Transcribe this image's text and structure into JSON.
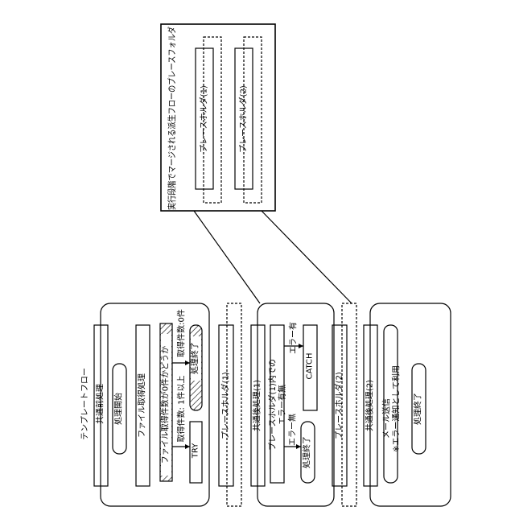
{
  "colors": {
    "line": "#000000",
    "background": "#ffffff",
    "hatch": "#000000"
  },
  "icons": [],
  "template": {
    "title": "テンプレートフロー",
    "pre": {
      "label": "共通前処理",
      "start": "処理開始",
      "file_get": "ファイル取得処理",
      "decision": "ファイル取得件数が0件かどうか",
      "branch_nonzero": "取得件数: 1件以上",
      "try": "TRY",
      "branch_zero": "取得件数:0件",
      "end_zero": "処理終了"
    },
    "placeholder1": "プレースホルダ(1)",
    "post1": {
      "label": "共通後処理(1)",
      "check": "プレースホルダ(1)内でのエラー有無",
      "no_error": "エラー無",
      "end": "処理終了",
      "has_error": "エラー有",
      "catch": "CATCH"
    },
    "placeholder2": "プレースホルダ(2)",
    "post2": {
      "label": "共通後処理(2)",
      "mail": "メール送信",
      "mail_note": "※エラー通知として利用",
      "end": "処理終了"
    }
  },
  "derived": {
    "title": "実行段階でマージされる派生フローのプレースフォルダ",
    "placeholder1": "プレースホルダ(1)",
    "placeholder2": "プレースホルダ(2)"
  }
}
